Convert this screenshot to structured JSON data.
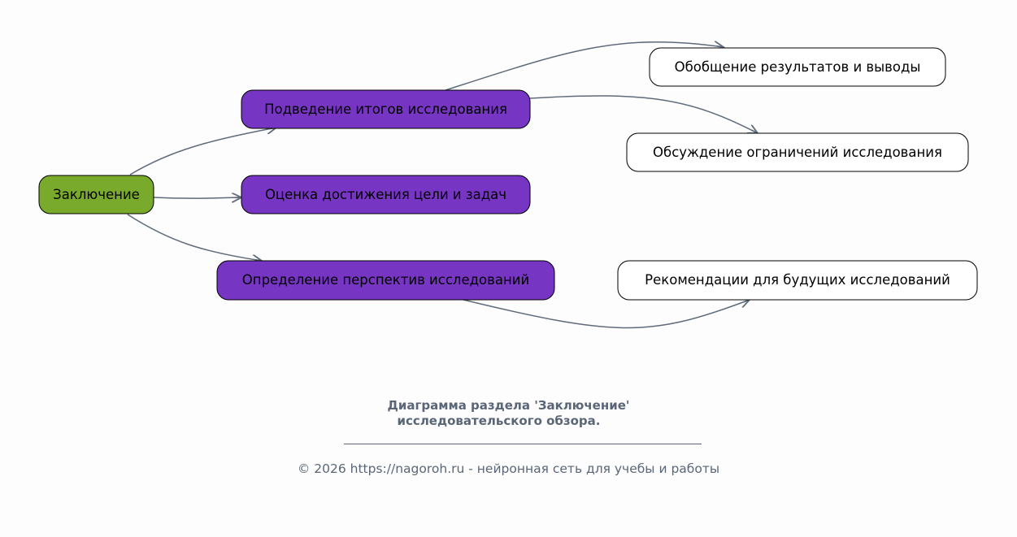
{
  "colors": {
    "root": "#79aa2b",
    "level1": "#7735c4",
    "level2": "#ffffff",
    "edge": "#5f6b7a",
    "caption": "#5a6677"
  },
  "nodes": {
    "root": "Заключение",
    "summary": "Подведение итогов исследования",
    "evaluation": "Оценка достижения цели и задач",
    "perspectives": "Определение перспектив исследований",
    "generalization": "Обобщение результатов и выводы",
    "limitations": "Обсуждение ограничений исследования",
    "recommendations": "Рекомендации для будущих исследований"
  },
  "caption": {
    "title_line1": "Диаграмма раздела 'Заключение'",
    "title_line2": "исследовательского обзора.",
    "footer": "© 2026 https://nagoroh.ru - нейронная сеть для учебы и работы"
  }
}
